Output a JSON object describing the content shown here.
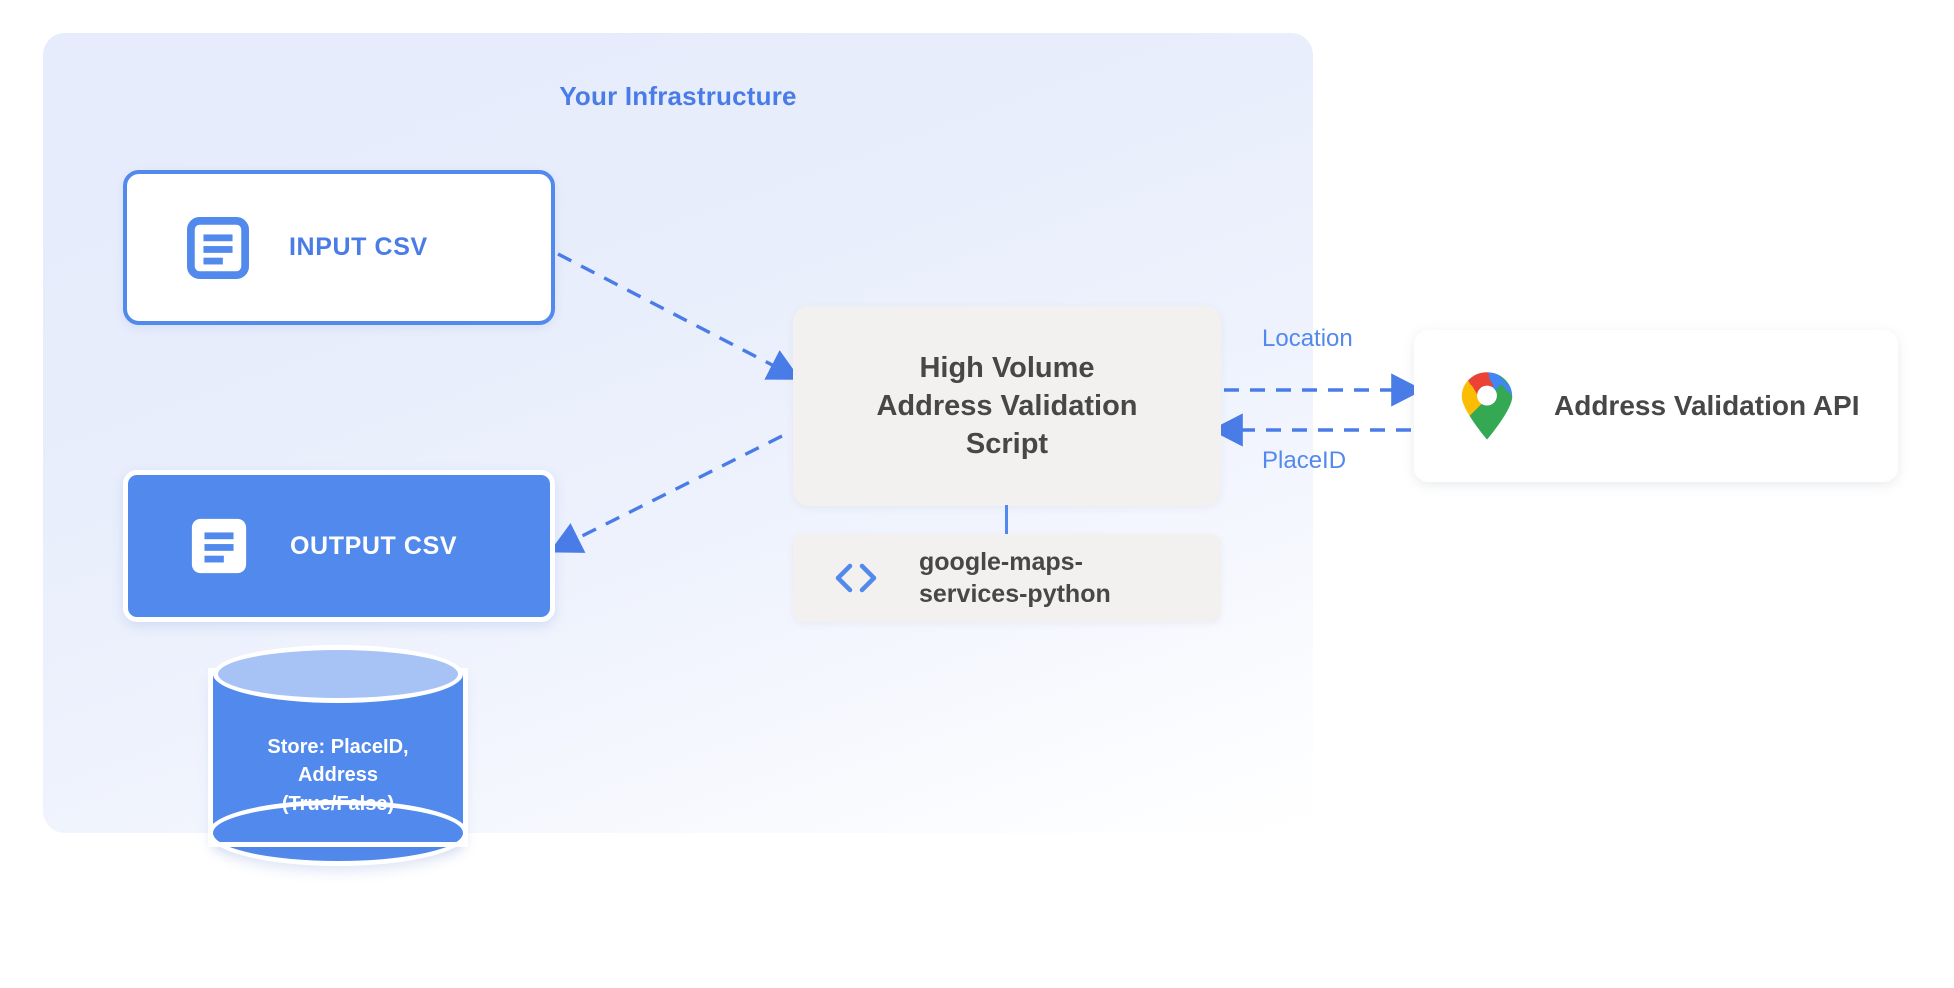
{
  "panel": {
    "title": "Your Infrastructure",
    "accent_color": "#4a7ce8",
    "background_color": "#e6ecfb"
  },
  "nodes": {
    "input_csv": {
      "label": "INPUT CSV",
      "icon": "document-icon",
      "border_color": "#5289ec",
      "fill_color": "#ffffff",
      "text_color": "#4a7ce8"
    },
    "output_csv": {
      "label": "OUTPUT CSV",
      "icon": "document-icon",
      "border_color": "#ffffff",
      "fill_color": "#5289ec",
      "text_color": "#ffffff"
    },
    "script": {
      "line1": "High Volume",
      "line2": "Address Validation",
      "line3": "Script",
      "fill_color": "#f2f1ef",
      "text_color": "#474747"
    },
    "library": {
      "line1": "google-maps-",
      "line2": "services-python",
      "icon": "code-brackets-icon",
      "icon_glyph": "‹›",
      "fill_color": "#f2f1ef",
      "text_color": "#474747"
    },
    "api": {
      "label": "Address Validation API",
      "icon": "google-maps-pin-icon",
      "fill_color": "#ffffff",
      "text_color": "#474747"
    },
    "datastore": {
      "line1": "Store: PlaceID,",
      "line2": "Address",
      "line3": "(True/False)",
      "fill_color": "#5289ec",
      "top_color": "#a7c2f4",
      "text_color": "#ffffff"
    }
  },
  "edges": {
    "input_to_script": {
      "style": "dashed",
      "direction": "right",
      "color": "#4a7ce8",
      "label": ""
    },
    "script_to_output": {
      "style": "dashed",
      "direction": "left",
      "color": "#4a7ce8",
      "label": ""
    },
    "script_to_api": {
      "style": "dashed",
      "direction": "right",
      "color": "#4a7ce8",
      "label": "Location"
    },
    "api_to_script": {
      "style": "dashed",
      "direction": "left",
      "color": "#4a7ce8",
      "label": "PlaceID"
    },
    "script_to_library": {
      "style": "solid",
      "direction": "none",
      "color": "#5289ec",
      "label": ""
    }
  }
}
